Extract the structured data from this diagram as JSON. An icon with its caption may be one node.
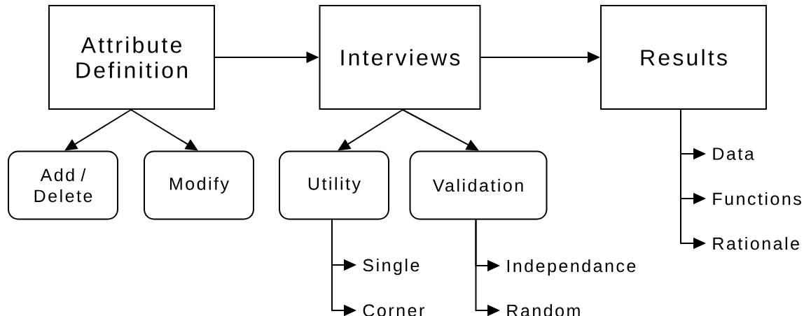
{
  "diagram": {
    "nodes": [
      {
        "text": [
          "Attribute Definition"
        ]
      },
      {
        "text": [
          "Interviews"
        ]
      },
      {
        "text": [
          "Results"
        ]
      },
      {
        "text": [
          "Add / Delete"
        ]
      },
      {
        "text": [
          "Modify"
        ]
      },
      {
        "text": [
          "Utility"
        ]
      },
      {
        "text": [
          "Validation"
        ]
      },
      {
        "text": [
          "Single"
        ]
      },
      {
        "text": [
          "Corner"
        ]
      },
      {
        "text": [
          "Independance"
        ]
      },
      {
        "text": [
          "Random"
        ]
      },
      {
        "text": [
          "Data"
        ]
      },
      {
        "text": [
          "Functions"
        ]
      },
      {
        "text": [
          "Rationale"
        ]
      }
    ],
    "edges": [
      {
        "from": 0,
        "to": 1,
        "arrow": "to"
      },
      {
        "from": 1,
        "to": 2,
        "arrow": "to"
      },
      {
        "from": 0,
        "to": 3,
        "arrow": "to"
      },
      {
        "from": 0,
        "to": 4,
        "arrow": "to"
      },
      {
        "from": 1,
        "to": 5,
        "arrow": "to"
      },
      {
        "from": 1,
        "to": 6,
        "arrow": "to"
      },
      {
        "from": 5,
        "to": 7,
        "arrow": "to"
      },
      {
        "from": 5,
        "to": 8,
        "arrow": "to"
      },
      {
        "from": 6,
        "to": 9,
        "arrow": "to"
      },
      {
        "from": 6,
        "to": 10,
        "arrow": "to"
      },
      {
        "from": 2,
        "to": 11,
        "arrow": "to"
      },
      {
        "from": 2,
        "to": 12,
        "arrow": "to"
      },
      {
        "from": 2,
        "to": 13,
        "arrow": "to"
      }
    ]
  }
}
